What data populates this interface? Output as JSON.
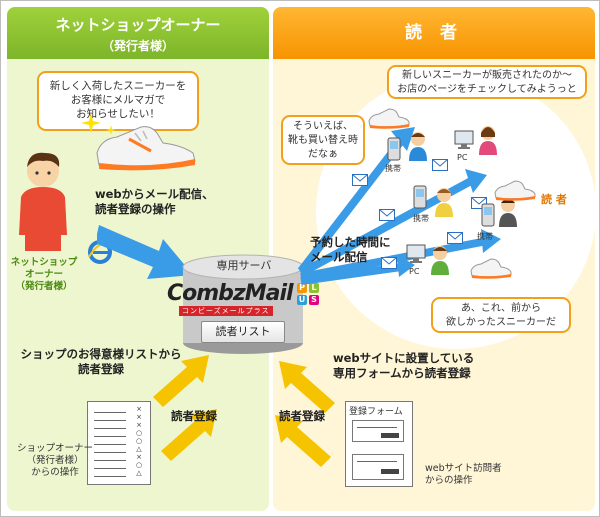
{
  "left_panel": {
    "title": "ネットショップオーナー",
    "subtitle": "（発行者様）",
    "bubble": "新しく入荷したスニーカーを\nお客様にメルマガで\nお知らせしたい！",
    "send_label": "webからメール配信、\n読者登録の操作",
    "owner_label": "ネットショップ\nオーナー\n（発行者様）",
    "shop_list_label": "ショップのお得意様リストから\n読者登録",
    "register_label": "読者登録",
    "operator_label": "ショップオーナー\n（発行者様）\nからの操作"
  },
  "server": {
    "title": "専用サーバ",
    "logo": "CombzMail",
    "logo_sub": "コンビーズメールプラス",
    "plus": [
      "P",
      "L",
      "U",
      "S"
    ],
    "list_button": "読者リスト"
  },
  "right_panel": {
    "title": "読 者",
    "bubble_top": "新しいスニーカーが販売されたのか～\nお店のページをチェックしてみようっと",
    "bubble_left": "そういえば、\n靴も買い替え時\nだなぁ",
    "bubble_bottom": "あ、これ、前から\n欲しかったスニーカーだ",
    "readers_label": "読 者",
    "delivery_label": "予約した時間に\nメール配信",
    "phone_label": "携帯",
    "pc_label": "PC",
    "web_form_label": "webサイトに設置している\n専用フォームから読者登録",
    "register_label": "読者登録",
    "form_title": "登録フォーム",
    "visitor_label": "webサイト訪問者\nからの操作"
  },
  "colors": {
    "left_header": "#8cc231",
    "right_header": "#f7a41d",
    "arrow_blue": "#3a9be6",
    "arrow_yellow": "#f5c300",
    "bubble_border": "#f2a01b"
  },
  "doc_marks": [
    "×",
    "×",
    "×",
    "○",
    "○",
    "△",
    "×",
    "○",
    "△"
  ]
}
